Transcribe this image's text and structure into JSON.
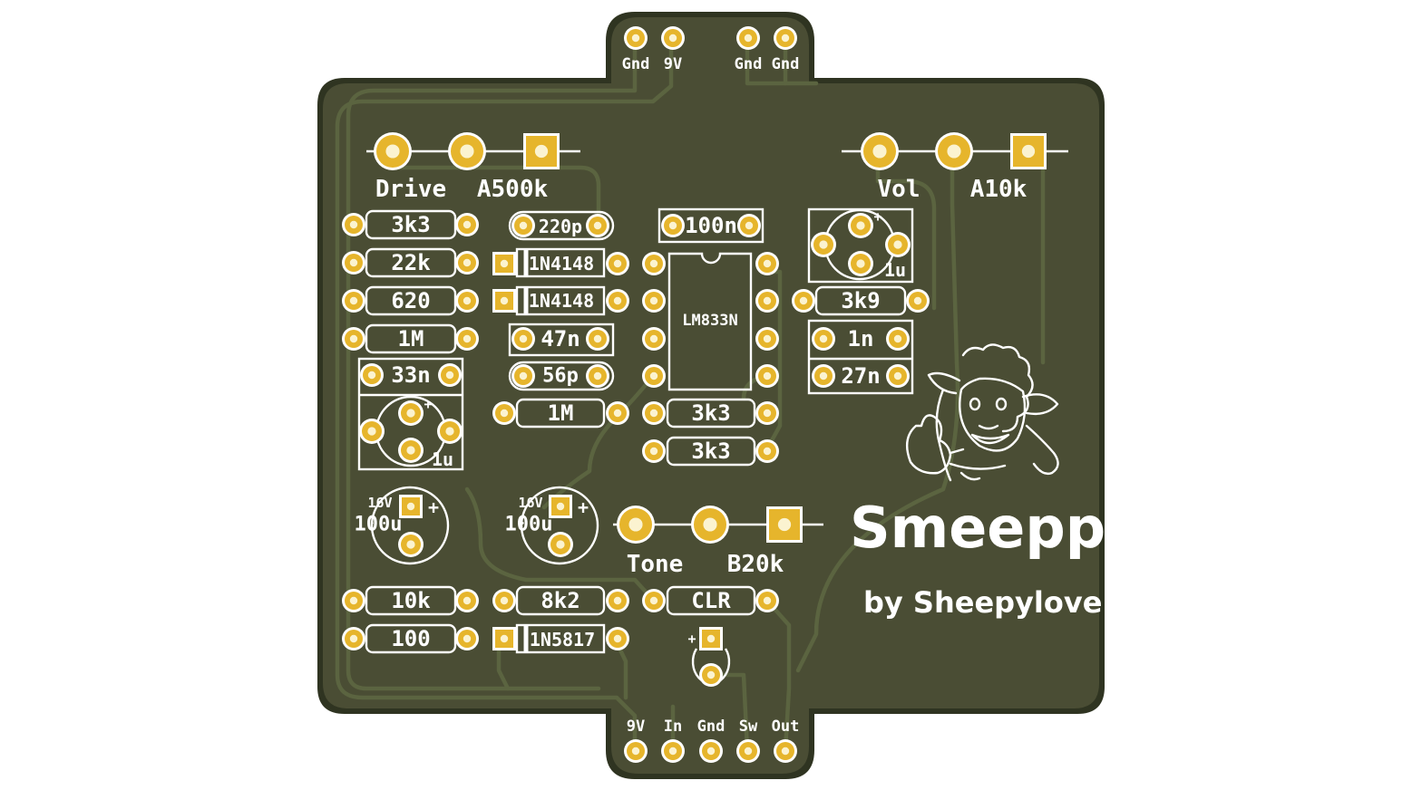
{
  "header_pins": [
    "Gnd",
    "9V",
    "Gnd",
    "Gnd"
  ],
  "footer_pins": [
    "9V",
    "In",
    "Gnd",
    "Sw",
    "Out"
  ],
  "pots": [
    {
      "name": "Drive",
      "value": "A500k"
    },
    {
      "name": "Vol",
      "value": "A10k"
    },
    {
      "name": "Tone",
      "value": "B20k"
    }
  ],
  "resistors_left": [
    "3k3",
    "22k",
    "620",
    "1M"
  ],
  "cap_33n": "33n",
  "cap_1u_left": "1u",
  "cap_1u_right": "1u",
  "cap_220p": "220p",
  "diode_1": "1N4148",
  "diode_2": "1N4148",
  "cap_47n": "47n",
  "cap_56p": "56p",
  "res_1M_mid": "1M",
  "cap_100n": "100n",
  "ic": "LM833N",
  "res_3k3_a": "3k3",
  "res_3k3_b": "3k3",
  "res_3k9": "3k9",
  "cap_1n": "1n",
  "cap_27n": "27n",
  "elec_caps": [
    {
      "voltage": "16V",
      "value": "100u"
    },
    {
      "voltage": "16V",
      "value": "100u"
    }
  ],
  "res_10k": "10k",
  "res_100": "100",
  "res_8k2": "8k2",
  "diode_1n5817": "1N5817",
  "clr": "CLR",
  "plus_sign": "+",
  "title": "Smeeppy",
  "byline": "by Sheepylove",
  "colors": {
    "board": "#4a4d34",
    "edge": "#2f3421",
    "trace": "#5b6440",
    "copper": "#e6b52c",
    "silk": "#ffffff"
  }
}
